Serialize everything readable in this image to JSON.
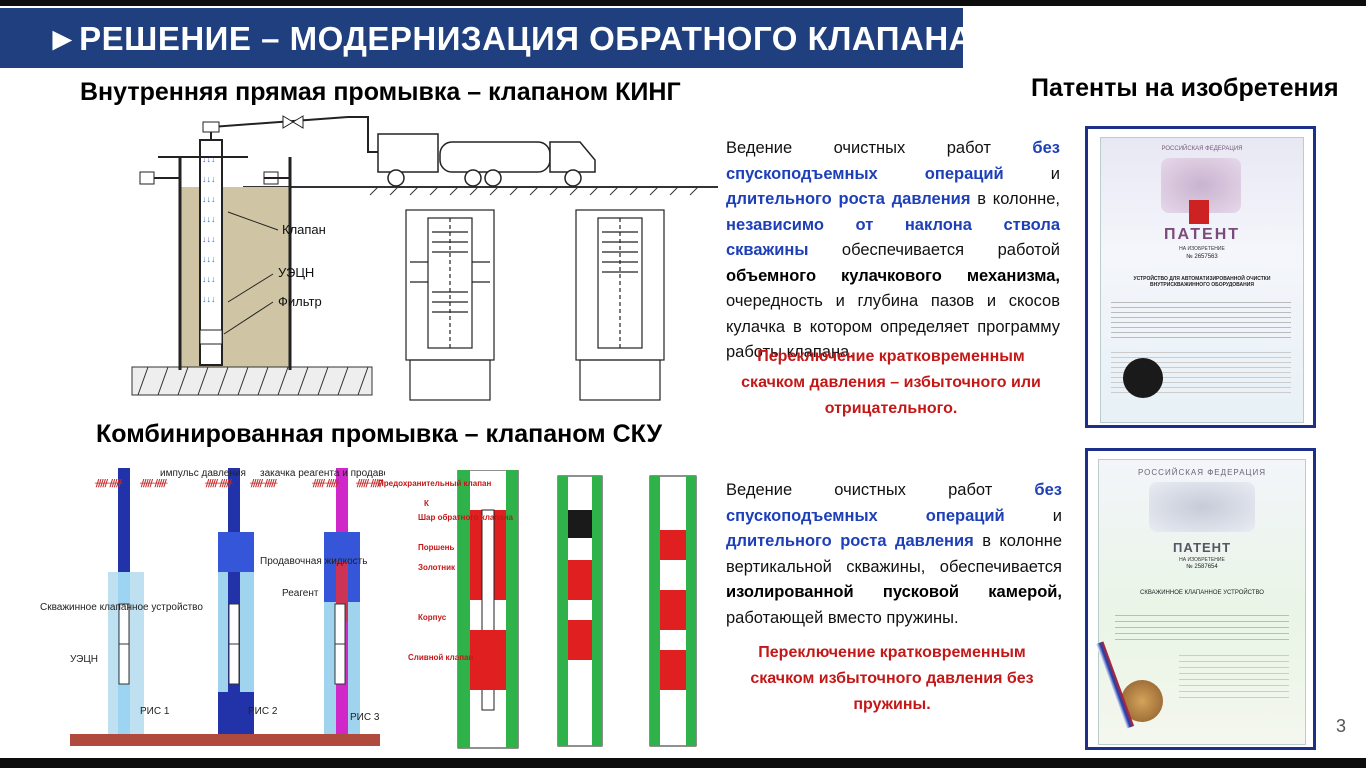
{
  "title": "►РЕШЕНИЕ – МОДЕРНИЗАЦИЯ ОБРАТНОГО КЛАПАНА",
  "section_top": "Внутренняя  прямая промывка – клапаном КИНГ",
  "section_bottom": "Комбинированная промывка – клапаном СКУ",
  "patents_title": "Патенты на изобретения",
  "king_labels": {
    "valve": "Клапан",
    "pump": "УЭЦН",
    "filter": "Фильтр"
  },
  "sku_labels": {
    "impulse": "импульс давления",
    "injection": "закачка реагента и продавочной жидкости",
    "displacement": "Продавочная жидкость",
    "reagent": "Реагент",
    "device": "Скважинное клапанное устройство",
    "pump": "УЭЦН",
    "fig1": "РИС 1",
    "fig2": "РИС 2",
    "fig3": "РИС 3"
  },
  "sku_section_labels": {
    "safety": "Предохранительный клапан",
    "k": "К",
    "ball": "Шар обратного клапана",
    "piston": "Поршень",
    "spool": "Золотник",
    "body": "Корпус",
    "drain": "Сливной клапан"
  },
  "para1": {
    "t1": "Ведение очистных работ ",
    "b1": "без спускоподъемных операций",
    "t2": " и ",
    "b2": "длительного роста давления",
    "t3": " в колонне, ",
    "b3": "независимо от наклона ствола скважины",
    "t4": " обеспечивается работой ",
    "k1": "объемного кулачкового механизма,",
    "t5": " очередность и глубина пазов и скосов кулачка в котором определяет программу работы клапана."
  },
  "red1": "Переключение кратковременным скачком давления – избыточного или отрицательного.",
  "para2": {
    "t1": "Ведение очистных работ ",
    "b1": "без спускоподъемных операций",
    "t2": " и ",
    "b2": "длительного роста давления",
    "t3": " в колонне вертикальной скважины, обеспечивается ",
    "k1": "изолированной пусковой камерой,",
    "t4": " работающей вместо пружины."
  },
  "red2": "Переключение кратковременным скачком избыточного давления без пружины.",
  "patent1": {
    "country": "РОССИЙСКАЯ ФЕДЕРАЦИЯ",
    "word": "ПАТЕНТ",
    "sub": "НА ИЗОБРЕТЕНИЕ",
    "number": "№ 2657563",
    "name": "УСТРОЙСТВО ДЛЯ АВТОМАТИЗИРОВАННОЙ ОЧИСТКИ ВНУТРИСКВАЖИННОГО ОБОРУДОВАНИЯ"
  },
  "patent2": {
    "country": "РОССИЙСКАЯ ФЕДЕРАЦИЯ",
    "word": "ПАТЕНТ",
    "sub": "НА ИЗОБРЕТЕНИЕ",
    "number": "№ 2587654",
    "name": "СКВАЖИННОЕ КЛАПАННОЕ УСТРОЙСТВО"
  },
  "page_number": "3",
  "colors": {
    "banner": "#1f3f7e",
    "accent_blue": "#1d3fb8",
    "accent_red": "#c41818"
  }
}
